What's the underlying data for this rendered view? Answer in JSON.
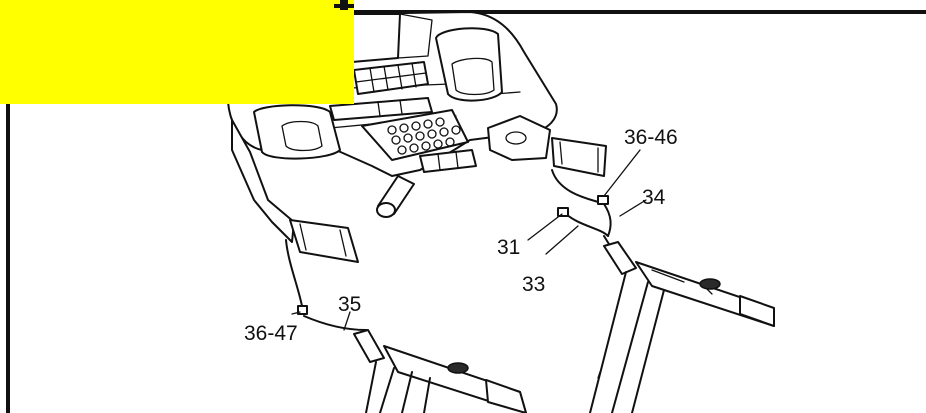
{
  "callouts": {
    "c3646": "36-46",
    "c34": "34",
    "c31": "31",
    "c33": "33",
    "c35": "35",
    "c3647": "36-47"
  },
  "colors": {
    "banner": "#ffff00",
    "line": "#111111",
    "background": "#ffffff"
  }
}
